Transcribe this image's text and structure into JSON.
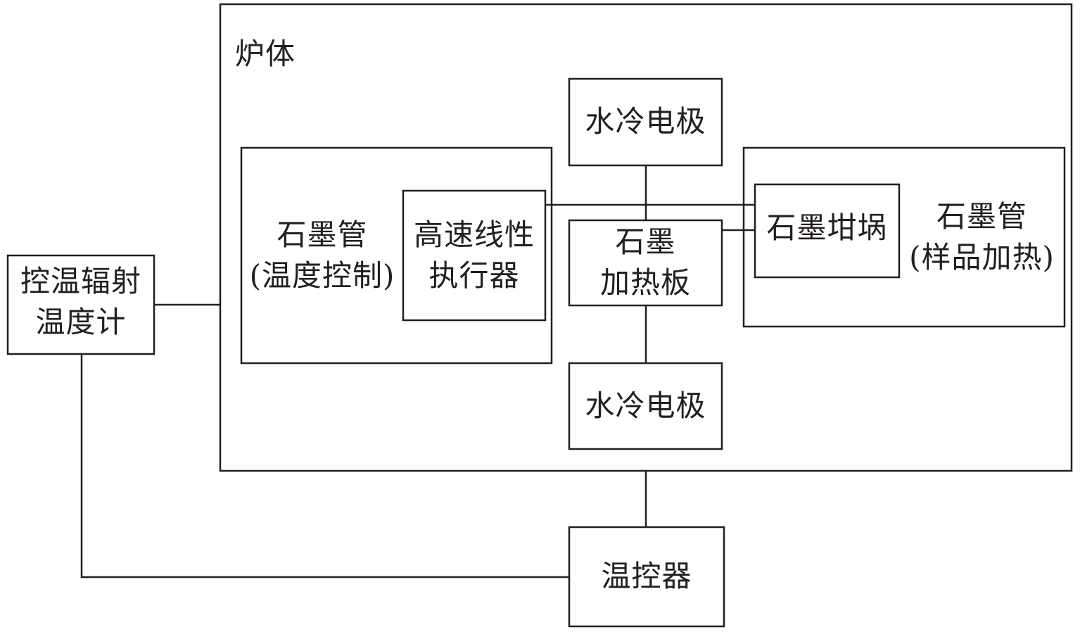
{
  "furnace": {
    "label": "炉体"
  },
  "pyrometer": {
    "line1": "控温辐射",
    "line2": "温度计"
  },
  "graphite_tube_left": {
    "line1": "石墨管",
    "line2": "(温度控制)"
  },
  "linear_actuator": {
    "line1": "高速线性",
    "line2": "执行器"
  },
  "electrode_top": {
    "label": "水冷电极"
  },
  "electrode_bottom": {
    "label": "水冷电极"
  },
  "heating_plate": {
    "line1": "石墨",
    "line2": "加热板"
  },
  "crucible": {
    "label": "石墨坩埚"
  },
  "graphite_tube_right": {
    "line1": "石墨管",
    "line2": "(样品加热)"
  },
  "temp_controller": {
    "label": "温控器"
  }
}
